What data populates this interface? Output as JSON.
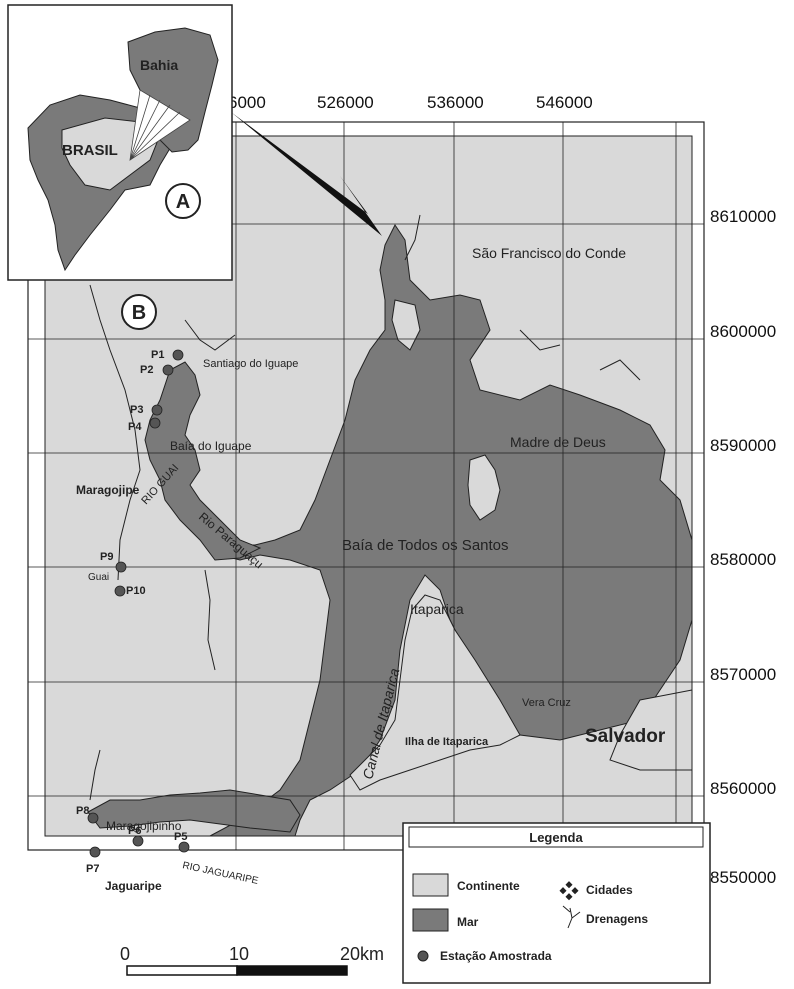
{
  "colors": {
    "land": "#d9d9d9",
    "sea": "#7a7a7a",
    "frame": "#222222",
    "station": "#555555"
  },
  "grid": {
    "x_labels": [
      "6000",
      "526000",
      "536000",
      "546000"
    ],
    "y_labels": [
      "8610000",
      "8600000",
      "8590000",
      "8580000",
      "8570000",
      "8560000",
      "8550000"
    ]
  },
  "inset": {
    "panel_label": "A",
    "country": "BRASIL",
    "state": "Bahia"
  },
  "main": {
    "panel_label": "B",
    "places": {
      "sao_francisco": "São Francisco do Conde",
      "santiago": "Santiago do Iguape",
      "baia_iguape": "Baía do Iguape",
      "maragojipe": "Maragojipe",
      "madre_de_deus": "Madre de Deus",
      "baia_todos_santos": "Baía de Todos os Santos",
      "itaparica": "Itaparica",
      "vera_cruz": "Vera Cruz",
      "salvador": "Salvador",
      "canal_itaparica": "Canal de Itaparica",
      "ilha_itaparica": "Ilha de Itaparica",
      "maragojipinho": "Maragojipinho",
      "jaguaripe": "Jaguaripe",
      "guai": "Guai"
    },
    "rivers": {
      "guai": "RIO GUAI",
      "paraguacu": "Rio Paraguaçu",
      "jaguaripe": "RIO JAGUARIPE"
    },
    "stations": [
      "P1",
      "P2",
      "P3",
      "P4",
      "P5",
      "P6",
      "P7",
      "P8",
      "P9",
      "P10"
    ]
  },
  "legend": {
    "title": "Legenda",
    "continente": "Continente",
    "mar": "Mar",
    "cidades": "Cidades",
    "drenagens": "Drenagens",
    "estacao": "Estação Amostrada"
  },
  "scale": {
    "labels": [
      "0",
      "10",
      "20km"
    ]
  }
}
